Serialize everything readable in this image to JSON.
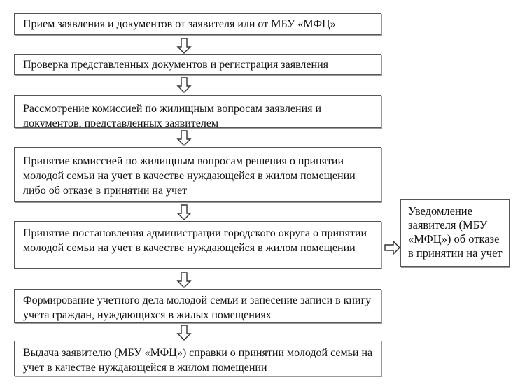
{
  "steps": [
    {
      "text": "Прием заявления и документов от заявителя или от МБУ «МФЦ»"
    },
    {
      "text": "Проверка представленных документов и регистрация заявления"
    },
    {
      "text": "Рассмотрение комиссией по жилищным вопросам заявления и документов, представленных заявителем"
    },
    {
      "text": "Принятие комиссией по жилищным вопросам решения о принятии молодой семьи на учет в качестве нуждающейся в жилом помещении либо об отказе в принятии на учет"
    },
    {
      "text": "Принятие постановления администрации городского округа о принятии молодой семьи на учет в качестве нуждающейся в жилом помещении"
    },
    {
      "text": "Формирование учетного дела молодой семьи и занесение записи в книгу учета граждан, нуждающихся в жилых помещениях"
    },
    {
      "text": "Выдача заявителю (МБУ «МФЦ») справки о принятии молодой семьи на учет в качестве нуждающейся в жилом помещении"
    }
  ],
  "side_box": {
    "text": "Уведомление заявителя (МБУ «МФЦ») об отказе в принятии на учет"
  },
  "arrows": {
    "icon": "hollow-arrow"
  }
}
